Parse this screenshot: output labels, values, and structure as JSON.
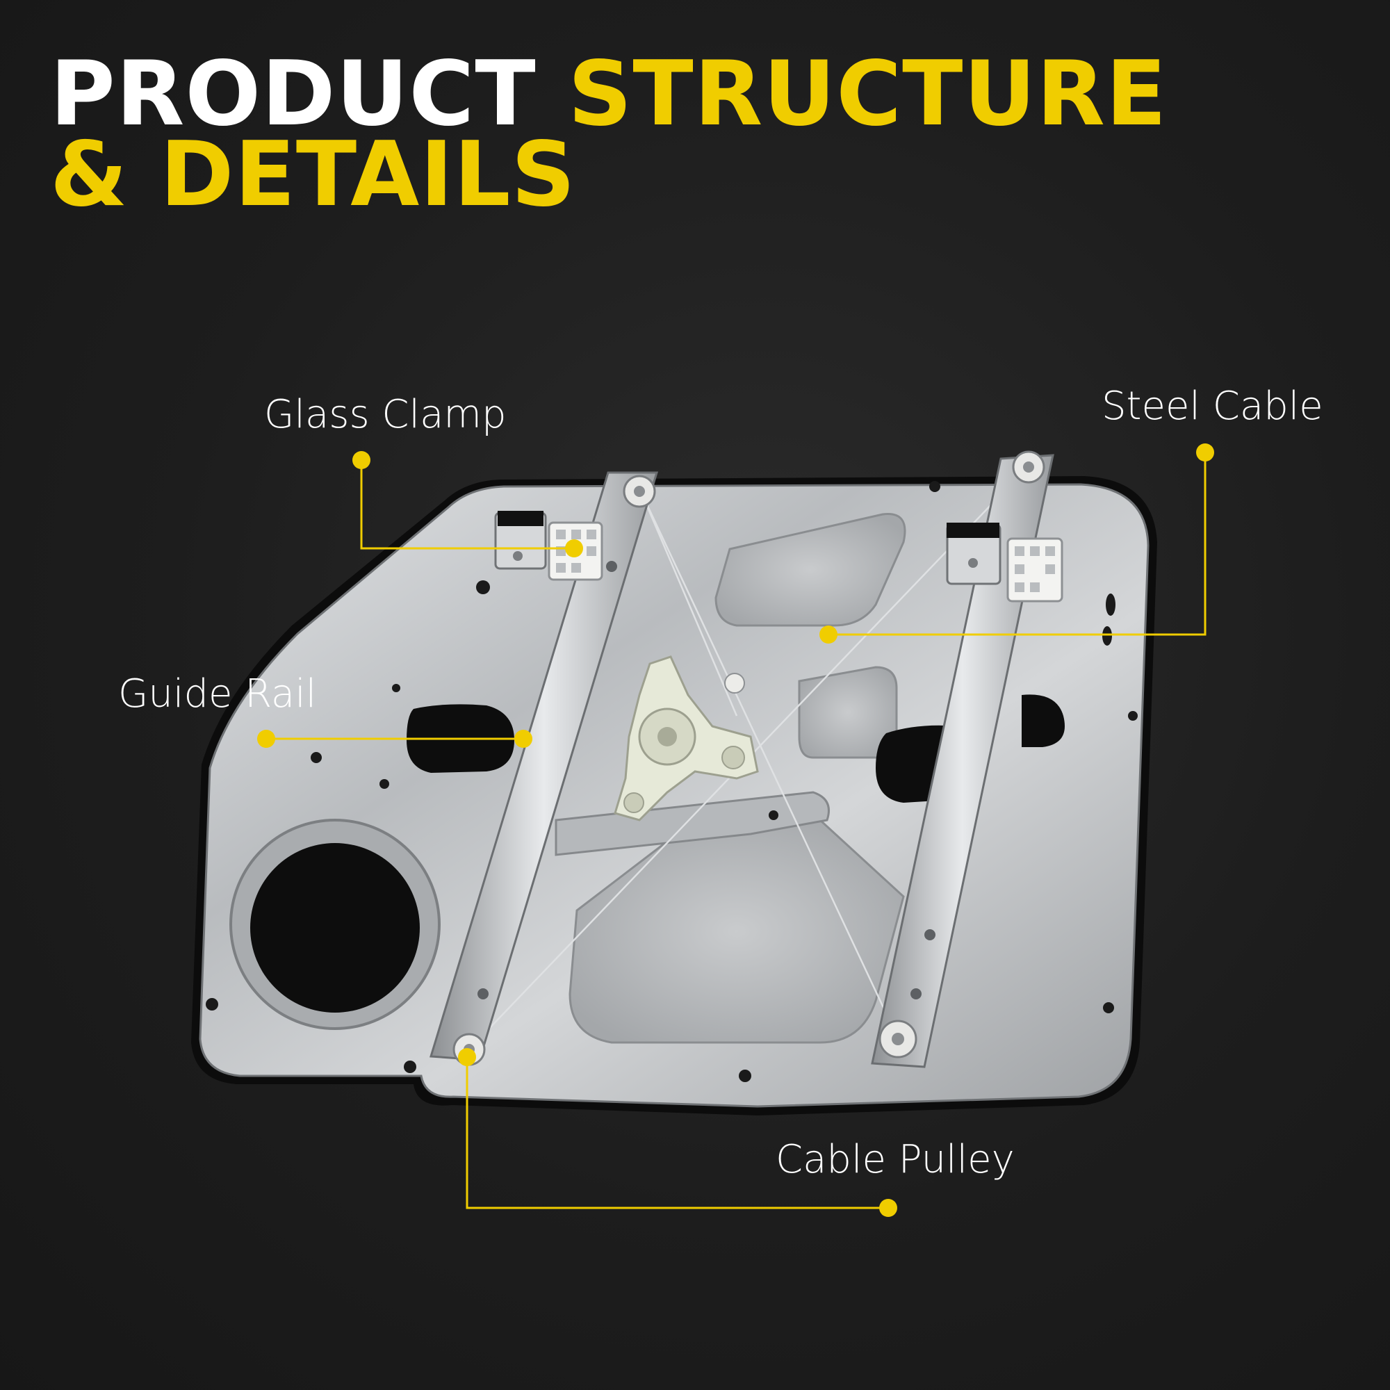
{
  "headline": {
    "line1_white": "PRODUCT",
    "line1_yellow": "STRUCTURE",
    "line2_yellow": "& DETAILS"
  },
  "callouts": {
    "glass_clamp": "Glass Clamp",
    "steel_cable": "Steel Cable",
    "guide_rail": "Guide Rail",
    "cable_pulley": "Cable Pulley"
  },
  "colors": {
    "accent": "#f0cd00",
    "background": "#1f1f1f",
    "text": "#ffffff"
  }
}
